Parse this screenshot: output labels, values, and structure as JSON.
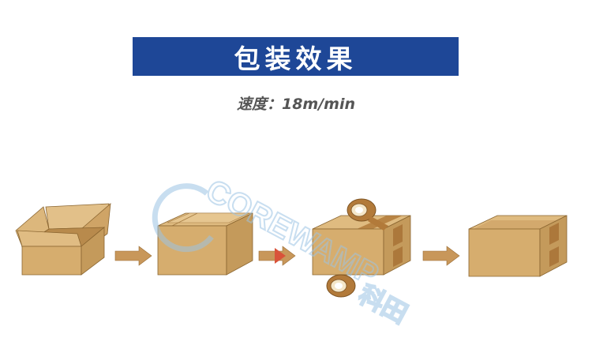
{
  "header": {
    "title": "包装效果",
    "speed_text": "速度：18m/min"
  },
  "watermark": {
    "brand": "COREWAMP",
    "brand_cn": "科田"
  },
  "colors": {
    "banner_bg": "#1e4797",
    "banner_text": "#ffffff",
    "speed_text": "#555555",
    "box_front": "#d6ad6e",
    "box_side": "#c49a5b",
    "box_top": "#dfbb80",
    "box_inner": "#b88a4c",
    "box_outline": "#8a6530",
    "arrow": "#c8975a",
    "tape": "#b27a3a",
    "watermark": "#9cc4e4"
  },
  "steps": [
    {
      "name": "open-box"
    },
    {
      "name": "flaps-folded-box"
    },
    {
      "name": "taping-box"
    },
    {
      "name": "sealed-box"
    }
  ]
}
